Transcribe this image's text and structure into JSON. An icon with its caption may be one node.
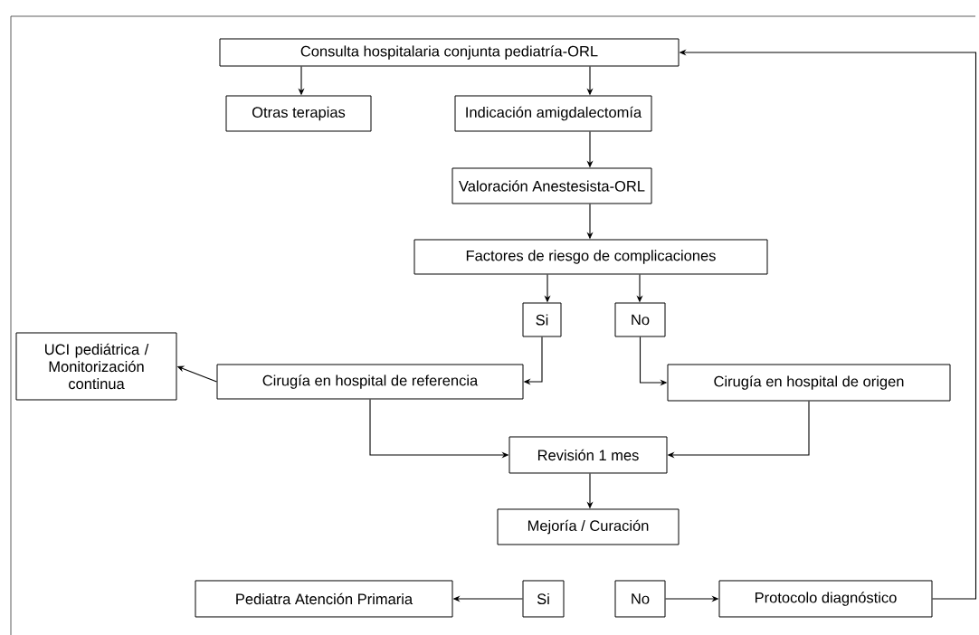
{
  "diagram": {
    "nodes": [
      {
        "text": [
          "Consulta hospitalaria conjunta pediatría-ORL"
        ]
      },
      {
        "text": [
          "Otras terapias"
        ]
      },
      {
        "text": [
          "Indicación amigdalectomía"
        ]
      },
      {
        "text": [
          "Valoración Anestesista-ORL"
        ]
      },
      {
        "text": [
          "Factores de riesgo de complicaciones"
        ]
      },
      {
        "text": [
          "Si"
        ]
      },
      {
        "text": [
          "No"
        ]
      },
      {
        "text": [
          "UCI pediátrica / Monitorización continua"
        ]
      },
      {
        "text": [
          "Cirugía en hospital de referencia"
        ]
      },
      {
        "text": [
          "Cirugía en hospital de origen"
        ]
      },
      {
        "text": [
          "Revisión 1 mes"
        ]
      },
      {
        "text": [
          "Mejoría / Curación"
        ]
      },
      {
        "text": [
          "Si"
        ]
      },
      {
        "text": [
          "No"
        ]
      },
      {
        "text": [
          "Pediatra Atención Primaria"
        ]
      },
      {
        "text": [
          "Protocolo diagnóstico"
        ]
      }
    ],
    "edges": [
      {
        "from": 0,
        "to": 1,
        "arrow": "to"
      },
      {
        "from": 0,
        "to": 2,
        "arrow": "to"
      },
      {
        "from": 2,
        "to": 3,
        "arrow": "to"
      },
      {
        "from": 3,
        "to": 4,
        "arrow": "to"
      },
      {
        "from": 4,
        "to": 5,
        "arrow": "to"
      },
      {
        "from": 4,
        "to": 6,
        "arrow": "to"
      },
      {
        "from": 5,
        "to": 8,
        "arrow": "to"
      },
      {
        "from": 6,
        "to": 9,
        "arrow": "to"
      },
      {
        "from": 8,
        "to": 7,
        "arrow": "to"
      },
      {
        "from": 8,
        "to": 10,
        "arrow": "to"
      },
      {
        "from": 9,
        "to": 10,
        "arrow": "to"
      },
      {
        "from": 10,
        "to": 11,
        "arrow": "to"
      },
      {
        "from": 12,
        "to": 14,
        "arrow": "to"
      },
      {
        "from": 13,
        "to": 15,
        "arrow": "to"
      },
      {
        "from": 15,
        "to": 0,
        "arrow": "to"
      }
    ]
  }
}
